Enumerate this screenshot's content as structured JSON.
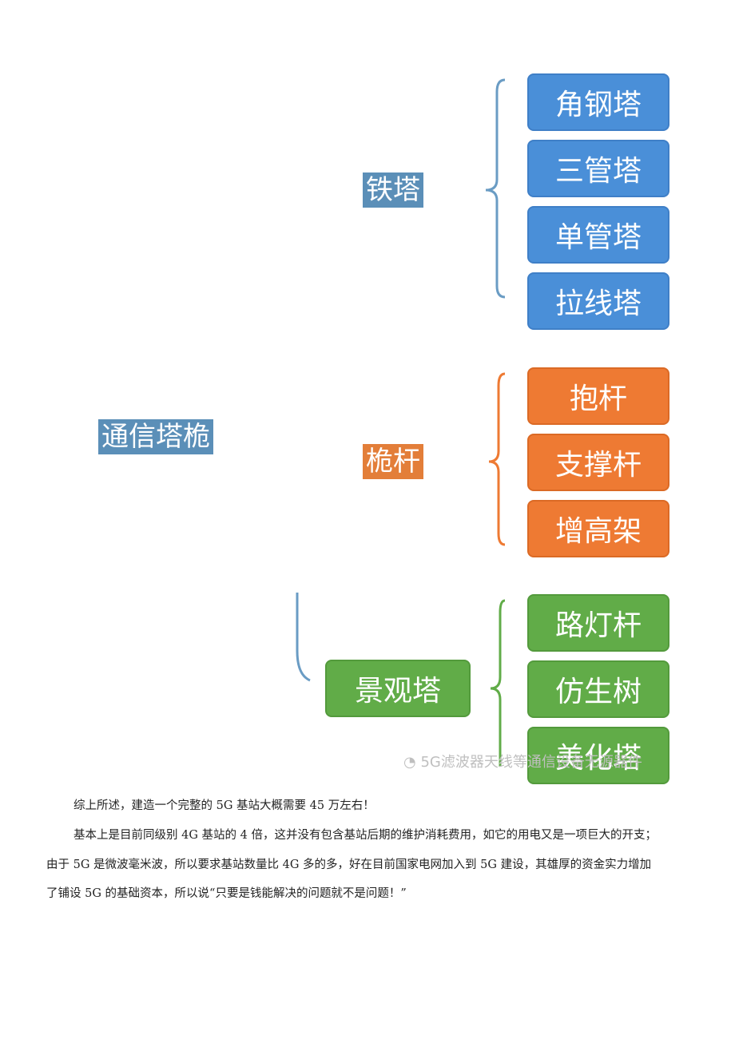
{
  "diagram": {
    "root": "通信塔桅",
    "groups": [
      {
        "label": "铁塔",
        "items": [
          "角钢塔",
          "三管塔",
          "单管塔",
          "拉线塔"
        ]
      },
      {
        "label": "桅杆",
        "items": [
          "抱杆",
          "支撑杆",
          "增高架"
        ]
      },
      {
        "label": "景观塔",
        "items": [
          "路灯杆",
          "仿生树",
          "美化塔"
        ]
      }
    ],
    "watermark": "5G滤波器天线等通信设备无源器件"
  },
  "text": {
    "p1": "综上所述，建造一个完整的 5G 基站大概需要 45 万左右！",
    "p2_line1": "基本上是目前同级别 4G 基站的 4 倍，这并没有包含基站后期的维护消耗费用，如它的用电又是一项巨大的开支；",
    "p2_line2": "由于 5G 是微波毫米波，所以要求基站数量比 4G 多的多，好在目前国家电网加入到 5G 建设，其雄厚的资金实力增加",
    "p2_line3": "了铺设 5G 的基础资本，所以说“只要是钱能解决的问题就不是问题！”"
  },
  "colors": {
    "blue": "#4a8fd8",
    "orange": "#ee7a33",
    "green": "#61ac48",
    "bracket_blue": "#6a9cc4"
  }
}
